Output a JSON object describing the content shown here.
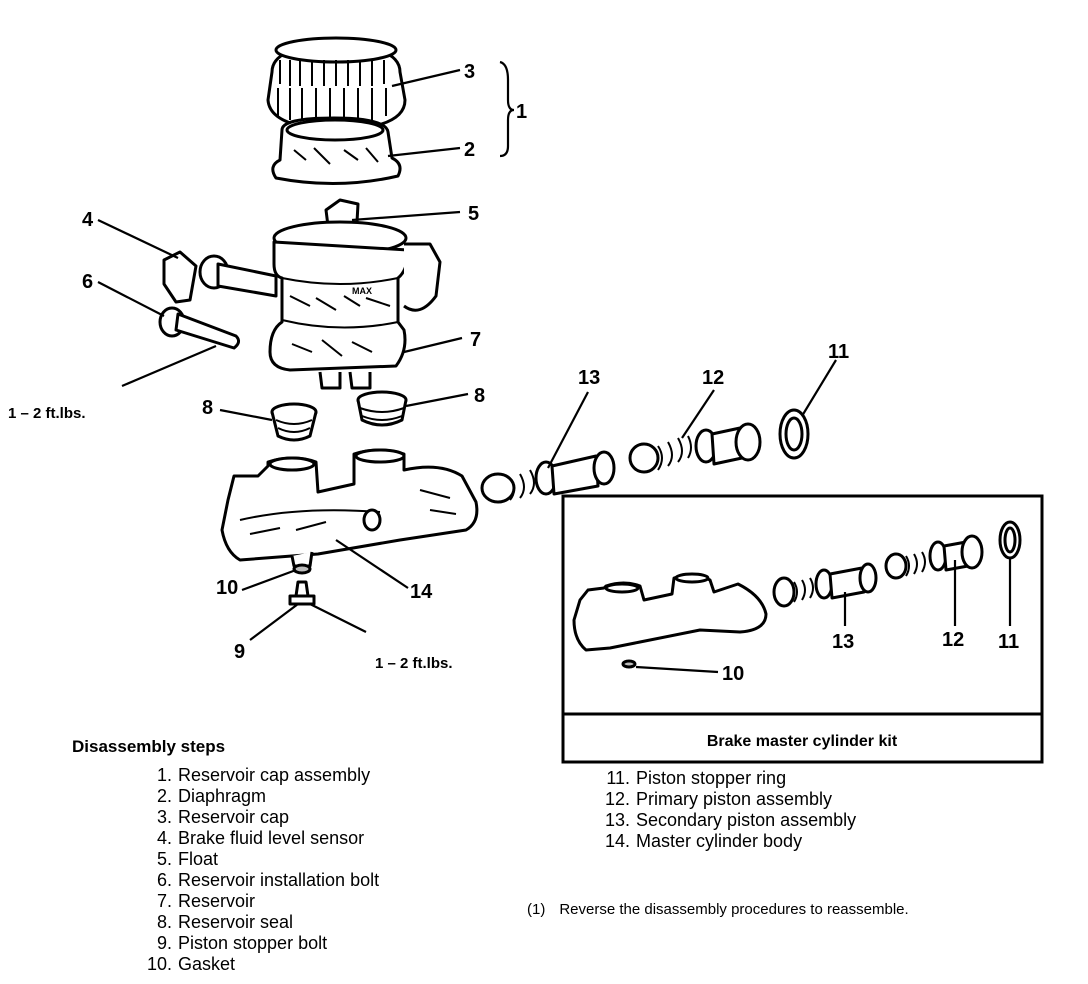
{
  "diagram": {
    "title": "Brake master cylinder exploded view",
    "callouts": {
      "c1": "1",
      "c2": "2",
      "c3": "3",
      "c4": "4",
      "c5": "5",
      "c6": "6",
      "c7": "7",
      "c8a": "8",
      "c8b": "8",
      "c9": "9",
      "c10": "10",
      "c11": "11",
      "c12": "12",
      "c13": "13",
      "c14": "14"
    },
    "torque_specs": {
      "reservoir_bolt": "1 – 2 ft.lbs.",
      "piston_stopper_bolt": "1 – 2 ft.lbs."
    },
    "kit": {
      "title": "Brake master cylinder kit",
      "callouts": {
        "k10": "10",
        "k11": "11",
        "k12": "12",
        "k13": "13"
      }
    }
  },
  "legend": {
    "title": "Disassembly steps",
    "steps_left": [
      {
        "num": "1.",
        "label": "Reservoir cap assembly"
      },
      {
        "num": "2.",
        "label": "Diaphragm"
      },
      {
        "num": "3.",
        "label": "Reservoir cap"
      },
      {
        "num": "4.",
        "label": "Brake fluid level sensor"
      },
      {
        "num": "5.",
        "label": "Float"
      },
      {
        "num": "6.",
        "label": "Reservoir installation bolt"
      },
      {
        "num": "7.",
        "label": "Reservoir"
      },
      {
        "num": "8.",
        "label": "Reservoir seal"
      },
      {
        "num": "9.",
        "label": "Piston stopper bolt"
      },
      {
        "num": "10.",
        "label": "Gasket"
      }
    ],
    "steps_right": [
      {
        "num": "11.",
        "label": "Piston stopper ring"
      },
      {
        "num": "12.",
        "label": "Primary piston assembly"
      },
      {
        "num": "13.",
        "label": "Secondary piston assembly"
      },
      {
        "num": "14.",
        "label": "Master cylinder body"
      }
    ]
  },
  "note": {
    "ref": "(1)",
    "text": "Reverse the disassembly procedures to reassemble."
  }
}
